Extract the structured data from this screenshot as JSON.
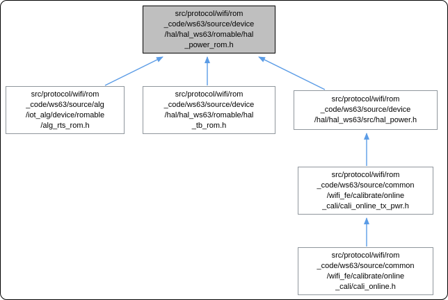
{
  "colors": {
    "arrow": "#5b9ce6",
    "node_bg": "#ffffff",
    "node_border": "#8f969c",
    "highlight_bg": "#bfbfbf",
    "highlight_border": "#000000"
  },
  "diagram": {
    "type": "include-dependency-graph",
    "nodes": [
      {
        "id": "hal_power_rom_h",
        "label": "src/protocol/wifi/rom\n_code/ws63/source/device\n/hal/hal_ws63/romable/hal\n_power_rom.h",
        "highlighted": true
      },
      {
        "id": "alg_rts_rom_h",
        "label": "src/protocol/wifi/rom\n_code/ws63/source/alg\n/iot_alg/device/romable\n/alg_rts_rom.h",
        "highlighted": false
      },
      {
        "id": "hal_tb_rom_h",
        "label": "src/protocol/wifi/rom\n_code/ws63/source/device\n/hal/hal_ws63/romable/hal\n_tb_rom.h",
        "highlighted": false
      },
      {
        "id": "hal_power_h",
        "label": "src/protocol/wifi/rom\n_code/ws63/source/device\n/hal/hal_ws63/src/hal_power.h",
        "highlighted": false
      },
      {
        "id": "cali_online_tx_pwr_h",
        "label": "src/protocol/wifi/rom\n_code/ws63/source/common\n/wifi_fe/calibrate/online\n_cali/cali_online_tx_pwr.h",
        "highlighted": false
      },
      {
        "id": "cali_online_h",
        "label": "src/protocol/wifi/rom\n_code/ws63/source/common\n/wifi_fe/calibrate/online\n_cali/cali_online.h",
        "highlighted": false
      }
    ],
    "edges": [
      {
        "from": "alg_rts_rom_h",
        "to": "hal_power_rom_h"
      },
      {
        "from": "hal_tb_rom_h",
        "to": "hal_power_rom_h"
      },
      {
        "from": "hal_power_h",
        "to": "hal_power_rom_h"
      },
      {
        "from": "cali_online_tx_pwr_h",
        "to": "hal_power_h"
      },
      {
        "from": "cali_online_h",
        "to": "cali_online_tx_pwr_h"
      }
    ]
  }
}
